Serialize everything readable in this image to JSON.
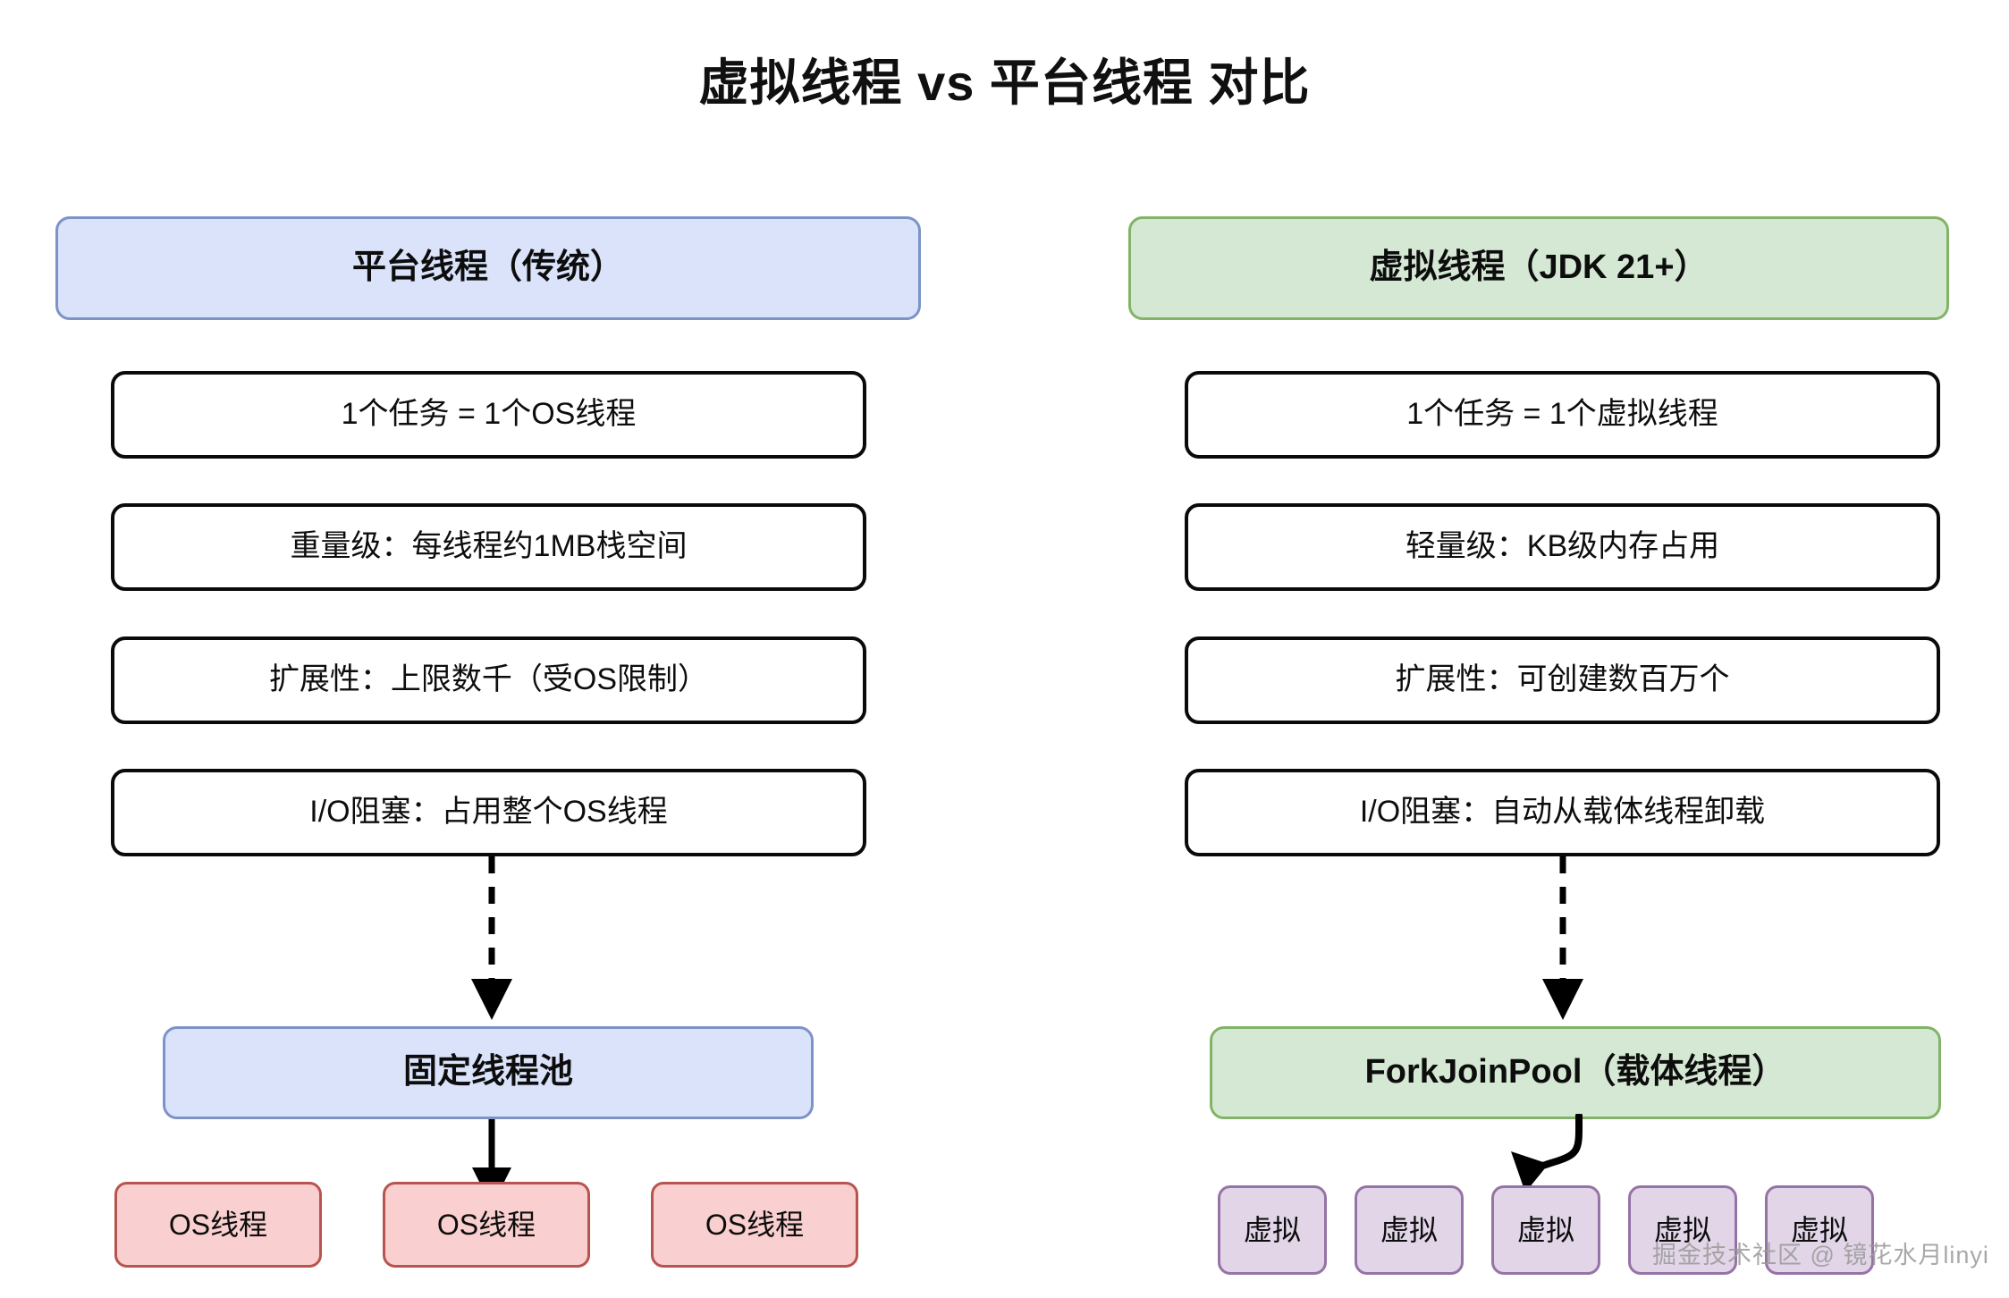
{
  "title": "虚拟线程 vs 平台线程 对比",
  "columns": [
    {
      "id": "platform",
      "header": "平台线程（传统）",
      "header_fill": "#dae3fa",
      "header_stroke": "#7d93c8",
      "features": [
        "1个任务 = 1个OS线程",
        "重量级：每线程约1MB栈空间",
        "扩展性：上限数千（受OS限制）",
        "I/O阻塞：占用整个OS线程"
      ],
      "pool": {
        "label": "固定线程池",
        "fill": "#dae3fa",
        "stroke": "#7d93c8"
      },
      "workers": {
        "label": "OS线程",
        "count": 3,
        "fill": "#f9cfcf",
        "stroke": "#b85450",
        "items": [
          "OS线程",
          "OS线程",
          "OS线程"
        ]
      },
      "connector_style": "dashed-arrow",
      "pool_to_worker_style": "solid-arrow"
    },
    {
      "id": "virtual",
      "header": "虚拟线程（JDK 21+）",
      "header_fill": "#d5e8d4",
      "header_stroke": "#82b366",
      "features": [
        "1个任务 = 1个虚拟线程",
        "轻量级：KB级内存占用",
        "扩展性：可创建数百万个",
        "I/O阻塞：自动从载体线程卸载"
      ],
      "pool": {
        "label": "ForkJoinPool（载体线程）",
        "fill": "#d5e8d4",
        "stroke": "#82b366"
      },
      "workers": {
        "label": "虚拟",
        "count": 5,
        "fill": "#e1d5e7",
        "stroke": "#9673a6",
        "items": [
          "虚拟",
          "虚拟",
          "虚拟",
          "虚拟",
          "虚拟"
        ]
      },
      "connector_style": "dashed-arrow",
      "pool_to_worker_style": "curved-arrow"
    }
  ],
  "watermark": "掘金技术社区 @ 镜花水月linyi",
  "colors": {
    "background": "#ffffff",
    "text": "#101010",
    "node_border": "#0a0a0a",
    "connector": "#000000"
  }
}
